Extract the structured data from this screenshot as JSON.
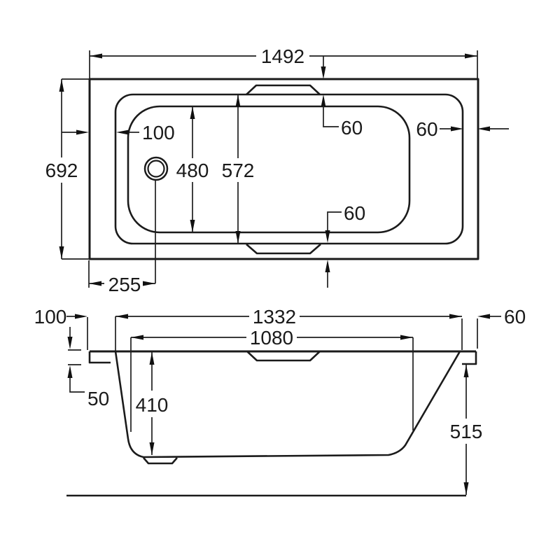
{
  "drawing": {
    "type": "bathtub-technical-drawing",
    "line_color": "#1b1b1b",
    "background": "#ffffff",
    "views": {
      "plan": {
        "dims": {
          "overall_length": "1492",
          "overall_width": "692",
          "rim_width_left": "100",
          "basin_inner_width": "480",
          "rim_inner_width": "572",
          "rim_width_top": "60",
          "rim_width_right": "60",
          "rim_width_bottom": "60",
          "waste_offset": "255"
        }
      },
      "side": {
        "dims": {
          "rim_overhang_left": "100",
          "rim_inner_length": "1332",
          "rim_width_right": "60",
          "basin_base_length": "1080",
          "rim_drop": "50",
          "inner_depth": "410",
          "overall_height": "515"
        }
      }
    }
  }
}
